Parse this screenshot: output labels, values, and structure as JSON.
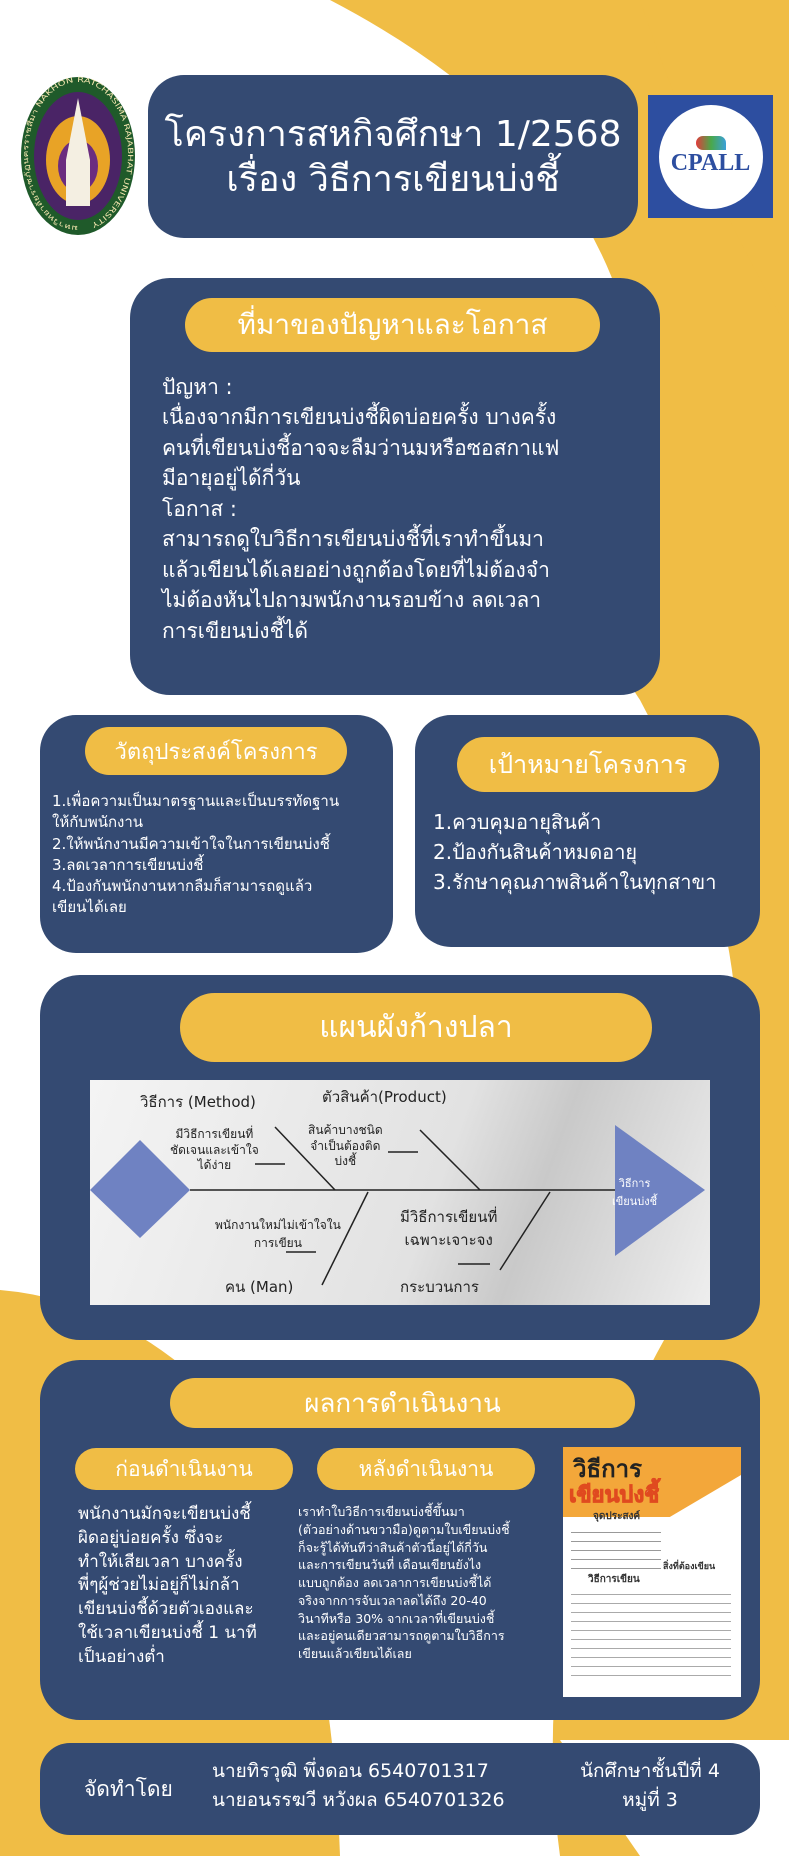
{
  "header": {
    "title_line1": "โครงการสหกิจศึกษา 1/2568",
    "title_line2": "เรื่อง วิธีการเขียนบ่งชี้",
    "left_logo_text": "มหาวิทยาลัยราชภัฏนครราชสีมา NAKHON RATCHASIMA RAJABHAT UNIVERSITY",
    "right_logo_text": "CPALL"
  },
  "background": {
    "title": "ที่มาของปัญหาและโอกาส",
    "lines": [
      "ปัญหา :",
      "เนื่องจากมีการเขียนบ่งชี้ผิดบ่อยครั้ง บางครั้ง",
      "คนที่เขียนบ่งชี้อาจจะลืมว่านมหรือซอสกาแฟ",
      "มีอายุอยู่ได้กี่วัน",
      "โอกาส :",
      "สามารถดูใบวิธีการเขียนบ่งชี้ที่เราทำขึ้นมา",
      "แล้วเขียนได้เลยอย่างถูกต้องโดยที่ไม่ต้องจำ",
      "ไม่ต้องหันไปถามพนักงานรอบข้าง ลดเวลา",
      "การเขียนบ่งชี้ได้"
    ]
  },
  "objectives": {
    "title": "วัตถุประสงค์โครงการ",
    "lines": [
      "1.เพื่อความเป็นมาตรฐานและเป็นบรรทัดฐาน",
      "ให้กับพนักงาน",
      "2.ให้พนักงานมีความเข้าใจในการเขียนบ่งชี้",
      "3.ลดเวลาการเขียนบ่งชี้",
      "4.ป้องกันพนักงานหากลืมก็สามารถดูแล้ว",
      "เขียนได้เลย"
    ]
  },
  "goals": {
    "title": "เป้าหมายโครงการ",
    "lines": [
      "1.ควบคุมอายุสินค้า",
      "2.ป้องกันสินค้าหมดอายุ",
      "3.รักษาคุณภาพสินค้าในทุกสาขา"
    ]
  },
  "fishbone": {
    "title": "แผนผังก้างปลา",
    "method": "วิธีการ (Method)",
    "product": "ตัวสินค้า(Product)",
    "man": "คน (Man)",
    "process": "กระบวนการ",
    "method_cause": [
      "มีวิธีการเขียนที่",
      "ชัดเจนและเข้าใจ",
      "ได้ง่าย"
    ],
    "product_cause": [
      "สินค้าบางชนิด",
      "จำเป็นต้องติด",
      "บ่งชี้"
    ],
    "man_cause": [
      "พนักงานใหม่ไม่เข้าใจใน",
      "การเขียน"
    ],
    "process_cause": [
      "มีวิธีการเขียนที่",
      "เฉพาะเจาะจง"
    ],
    "head": [
      "วิธีการ",
      "เขียนบ่งชี้"
    ],
    "colors": {
      "shape": "#6f82c2"
    }
  },
  "results": {
    "title": "ผลการดำเนินงาน",
    "before_title": "ก่อนดำเนินงาน",
    "before_lines": [
      "พนักงานมักจะเขียนบ่งชี้",
      "ผิดอยู่บ่อยครั้ง ซึ่งจะ",
      "ทำให้เสียเวลา บางครั้ง",
      "พี่ๆผู้ช่วยไม่อยู่ก็ไม่กล้า",
      "เขียนบ่งชี้ด้วยตัวเองและ",
      "ใช้เวลาเขียนบ่งชี้ 1 นาที",
      "เป็นอย่างต่ำ"
    ],
    "after_title": "หลังดำเนินงาน",
    "after_lines": [
      "เราทำใบวิธีการเขียนบ่งชี้ขึ้นมา",
      "(ตัวอย่างด้านขวามือ)ดูตามใบเขียนบ่งชี้",
      "ก็จะรู้ได้ทันทีว่าสินค้าตัวนี้อยู่ได้กี่วัน",
      "และการเขียนวันที่ เดือนเขียนยังไง",
      "แบบถูกต้อง ลดเวลาการเขียนบ่งชี้ได้",
      "จริงจากการจับเวลาลดได้ถึง 20-40",
      "วินาทีหรือ 30% จากเวลาที่เขียนบ่งชี้",
      "และอยู่คนเดียวสามารถดูตามใบวิธีการ",
      "เขียนแล้วเขียนได้เลย"
    ],
    "sheet": {
      "title1": "วิธีการ",
      "title2": "เขียนบ่งชี้",
      "purpose": "จุดประสงค์",
      "how": "วิธีการเขียน",
      "what": "สิ่งที่ต้องเขียน"
    }
  },
  "footer": {
    "by_label": "จัดทำโดย",
    "members": [
      "นายทิรวุฒิ พึ่งดอน 6540701317",
      "นายอนรรฆวี หวังผล 6540701326"
    ],
    "class_lines": [
      "นักศึกษาชั้นปีที่ 4",
      "หมู่ที่ 3"
    ]
  },
  "colors": {
    "navy": "#344a72",
    "yellow": "#f0bd45"
  }
}
